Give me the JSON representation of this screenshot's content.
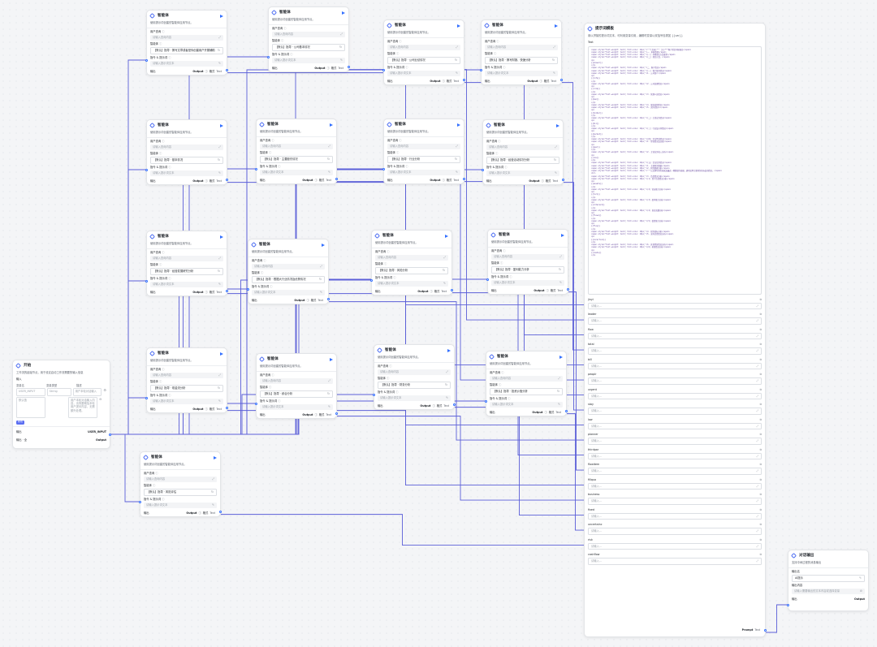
{
  "common": {
    "agent_title": "智能体",
    "agent_desc": "使用提示词创建的智能体应用节点。",
    "user_query_label": "用户查询",
    "user_query_placeholder": "请输入查询内容",
    "agent_label": "智能体",
    "custom_prompt_label": "指令 & 提示词",
    "custom_prompt_placeholder": "请输入提示词文本",
    "output_label": "输出",
    "output_var": "Output",
    "output_format_label": "格式",
    "output_format_value": "Text",
    "help_icon": "question-circle-icon",
    "link_icon": "link-icon",
    "refresh_icon": "refresh-icon",
    "edit_icon": "edit-icon",
    "run_icon": "play-icon",
    "accent_color": "#3370ff"
  },
  "agents": [
    {
      "agent": "【默认】指导 · 撰写文章或者是你创建用户开展辅助"
    },
    {
      "agent": "【默认】指导 · 公司基本情况"
    },
    {
      "agent": "【默认】指导 · 公司业绩情况"
    },
    {
      "agent": "【默认】指导 · 撰写财报、快速分析"
    },
    {
      "agent": "【默认】指导 · 基本情况"
    },
    {
      "agent": "【默认】指导 · 主要股东情况"
    },
    {
      "agent": "【默认】指导 · 行业分析"
    },
    {
      "agent": "【默认】指导 · 经营活动情况分析"
    },
    {
      "agent": "【默认】指导 · 经营发展研究分析"
    },
    {
      "agent": "【默认】指导 · 根据大行业情况及优势情况"
    },
    {
      "agent": "【默认】指导 · 风险分析"
    },
    {
      "agent": "【默认】指导 · 盈利能力分析"
    },
    {
      "agent": "【默认】指导 · 现金流分析"
    },
    {
      "agent": "【默认】指导 · 综合分析"
    },
    {
      "agent": "【默认】指导 · 财务分析"
    },
    {
      "agent": "【默认】指导 · 投资价值分析"
    },
    {
      "agent": "【默认】指导 · 风险评估"
    }
  ],
  "start_node": {
    "title": "开始",
    "desc": "工作流的起始节点，用于设定启动工作流需要的输入信息",
    "input_label": "输入",
    "col_name": "变量名",
    "col_type": "变量类型",
    "col_desc": "描述",
    "row_name": "USER_INPUT",
    "row_type": "String",
    "row_desc": "用户本轮对话输入",
    "default_text": "默认值",
    "desc_text": "用户本轮对话输入内容，请简要概括本轮用户提问内容，无需额外处理。",
    "add_button": "新增",
    "output_label": "输出",
    "output_var": "USER_INPUT",
    "batch_label": "输出 · 全",
    "batch_value": "Output"
  },
  "template_node": {
    "title": "提示词模板",
    "desc": "用以拼接的提示词文本，可利用变量引用，编辑时变量以双括号包裹如 {{var}}",
    "tpl_label": "Text",
    "template_lines": [
      "<span style=\"font-weight: bold; font-size: 12px;\">\"\"\"[目录]\"\"\" 关于***客户授信申报报告</span>",
      "<span style=\"font-weight: bold; font-size: 12px;\">一、申报事项</span>",
      "<span style=\"font-weight: bold; font-size: 10px;\">(一) 本笔授信方案要素</span>",
      "<span style=\"font-weight: bold; font-size: 10px;\">(二) 授信方案。</span>",
      "<p>",
      "{{answer}}",
      "</p>",
      "<span style=\"font-weight: bold; font-size: 12px;\">二、客户情况</span>",
      "<span style=\"font-weight: bold; font-size: 10px;\">(一) 客户基本情况</span>",
      "<span style=\"font-weight: bold; font-size: 10px;\">1. 公司简介</span>",
      "<p>",
      "{{info}}",
      "</p>",
      "<span style=\"font-weight: bold; font-size: 10px;\">2. 公司治理情况</span>",
      "<p>",
      "{{rule}}",
      "</p>",
      "<span style=\"font-weight: bold; font-size: 10px;\">3. 管理人员情况</span>",
      "<p>",
      "{{man}}",
      "</p>",
      "<span style=\"font-weight: bold; font-size: 10px;\">4. 股权结构情况</span>",
      "<span style=\"font-weight: bold; font-size: 10px;\">5. 实际控制人</span>",
      "<p>",
      "{{holder}}",
      "</p>",
      "<span style=\"font-weight: bold; font-size: 12px;\">(二) 主营业务情况</span>",
      "<p>",
      "{{biz}}",
      "</p>",
      "<span style=\"font-weight: bold; font-size: 12px;\">(三) 行业及市场情况</span>",
      "<p>",
      "{{market}}",
      "</p>",
      "<span style=\"font-weight: bold; font-size: 12px;\">(四) 企业经营情况</span>",
      "<span style=\"font-weight: bold; font-size: 10px;\">1. 经营情况及业绩</span>",
      "<p>",
      "{{oper}}",
      "</p>",
      "<span style=\"font-weight: bold; font-size: 10px;\">2. 主营业务收入分析</span>",
      "<p>",
      "{{rev}}",
      "</p>",
      "<span style=\"font-weight: bold; font-size: 12px;\">(五) 企业信用情况</span>",
      "<span style=\"font-weight: bold; font-size: 10px;\">1. 主要财务数据</span>",
      "<span style=\"font-weight: bold; font-size: 10px;\">2. 财务数据分析</span>",
      "<span style=\"font-weight: bold; font-size: 10px;\">\"\"\"以近两年财务报表及最近一期数据为依据，逐项说明主要财务指标变动情况。</span>",
      "<br>",
      "<span style=\"font-weight: bold; font-size: 10px;\">3. 负债情况分析</span>",
      "<span style=\"font-weight: bold; font-size: 10px;\">(1) 资产负债情况分析</span>",
      "<p>",
      "{{assets}}",
      "</p>",
      "<span style=\"font-weight: bold; font-size: 10px;\">(2) 营运能力分析</span>",
      "<p>",
      "{{turn}}",
      "</p>",
      "<span style=\"font-weight: bold; font-size: 10px;\">(3) 盈利能力分析</span>",
      "<p>",
      "{{interest}}",
      "</p>",
      "<span style=\"font-weight: bold; font-size: 10px;\">(4) 现金流量分析</span>",
      "<p>",
      "{{flows}}",
      "</p>",
      "<span style=\"font-weight: bold; font-size: 10px;\">(5) 偿债能力分析</span>",
      "<p>",
      "{{flow}}",
      "</p>",
      "<span style=\"font-weight: bold; font-size: 10px;\">4. 财务指标分析</span>",
      "<span style=\"font-weight: bold; font-size: 10px;\">5. 或有负债情况分析</span>",
      "<p>",
      "{{uncertain}}",
      "</p>",
      "<span style=\"font-weight: bold; font-size: 10px;\">6. 其他经营情况分析</span>",
      "<span style=\"font-weight: bold; font-size: 10px;\">(6) 担保情况分析</span>",
      "<p>",
      "{{casho}}",
      "</p>"
    ],
    "variables": [
      "jinyi",
      "leader",
      "flow",
      "total",
      "bill",
      "peoplr",
      "urgent",
      "stay",
      "law",
      "planner",
      "thirdpar",
      "flowitem",
      "fillquo",
      "business",
      "fixed",
      "uncertainc",
      "risk",
      "cashflow"
    ],
    "var_placeholder": "请输入...",
    "output_label": "Prompt",
    "output_type": "Text"
  },
  "answer_node": {
    "title": "对话输出",
    "desc": "支持中间过程的消息输出",
    "output_var_label": "输出名",
    "output_var_value": "AI提示",
    "content_label": "输出内容",
    "content_placeholder": "请输入需要输出的文本内容或选择变量",
    "bottom_label": "输出",
    "bottom_value": "Output"
  }
}
